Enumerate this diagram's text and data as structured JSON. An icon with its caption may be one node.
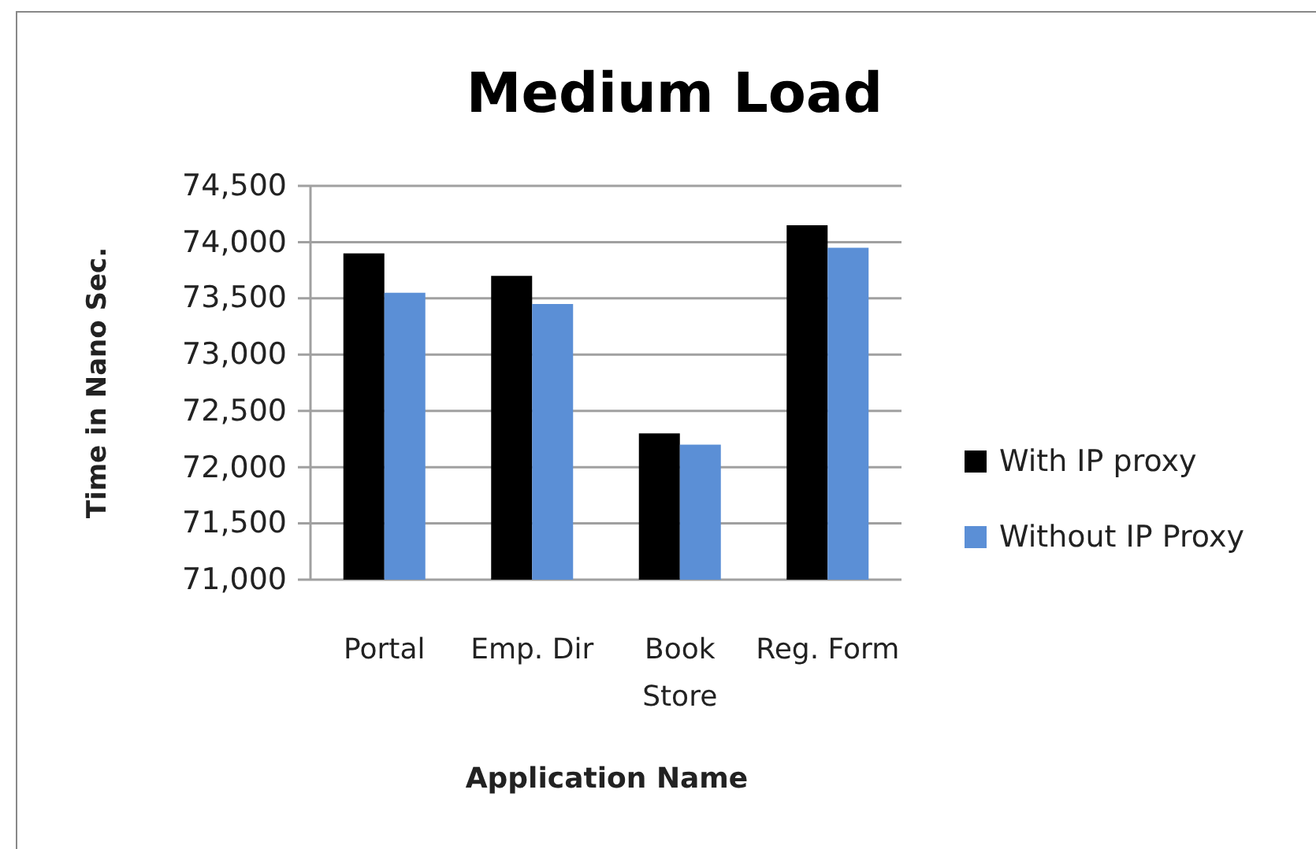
{
  "diagram": {
    "chart_data": {
      "type": "bar",
      "title": "Medium Load",
      "xlabel": "Application Name",
      "ylabel": "Time in Nano Sec.",
      "categories": [
        "Portal",
        "Emp. Dir",
        "Book Store",
        "Reg. Form"
      ],
      "series": [
        {
          "name": "With IP proxy",
          "color": "#000000",
          "values": [
            73900,
            73700,
            72300,
            74150
          ]
        },
        {
          "name": "Without IP Proxy",
          "color": "#5b8fd6",
          "values": [
            73550,
            73450,
            72200,
            73950
          ]
        }
      ],
      "ylim": [
        71000,
        74500
      ],
      "grid": true,
      "legend": "right",
      "yticks": [
        {
          "value": 71000,
          "label": "71,000"
        },
        {
          "value": 71500,
          "label": "71,500"
        },
        {
          "value": 72000,
          "label": "72,000"
        },
        {
          "value": 72500,
          "label": "72,500"
        },
        {
          "value": 73000,
          "label": "73,000"
        },
        {
          "value": 73500,
          "label": "73,500"
        },
        {
          "value": 74000,
          "label": "74,000"
        },
        {
          "value": 74500,
          "label": "74,500"
        }
      ]
    }
  }
}
